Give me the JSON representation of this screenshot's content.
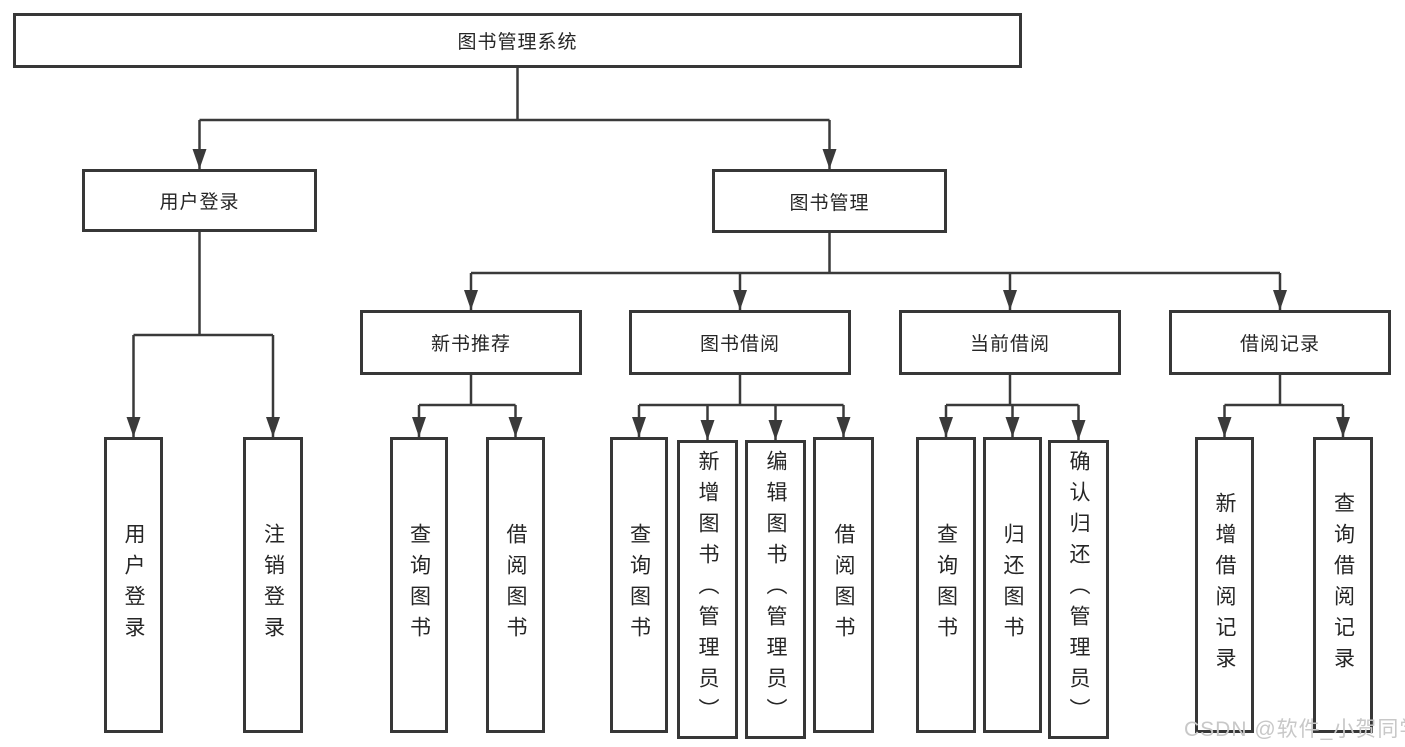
{
  "diagram": {
    "title": "图书管理系统",
    "watermark": "CSDN @软件_小贺同学",
    "colors": {
      "line": "#3a3a3a",
      "border": "#373737",
      "text": "#262626",
      "watermark": "#c8c8c8",
      "background": "#ffffff"
    },
    "structure": {
      "root": "图书管理系统",
      "children": [
        {
          "label": "用户登录",
          "children": [
            "用户登录",
            "注销登录"
          ]
        },
        {
          "label": "图书管理",
          "children": [
            {
              "label": "新书推荐",
              "children": [
                "查询图书",
                "借阅图书"
              ]
            },
            {
              "label": "图书借阅",
              "children": [
                "查询图书",
                "新增图书（管理员）",
                "编辑图书（管理员）",
                "借阅图书"
              ]
            },
            {
              "label": "当前借阅",
              "children": [
                "查询图书",
                "归还图书",
                "确认归还（管理员）"
              ]
            },
            {
              "label": "借阅记录",
              "children": [
                "新增借阅记录",
                "查询借阅记录"
              ]
            }
          ]
        }
      ]
    }
  }
}
